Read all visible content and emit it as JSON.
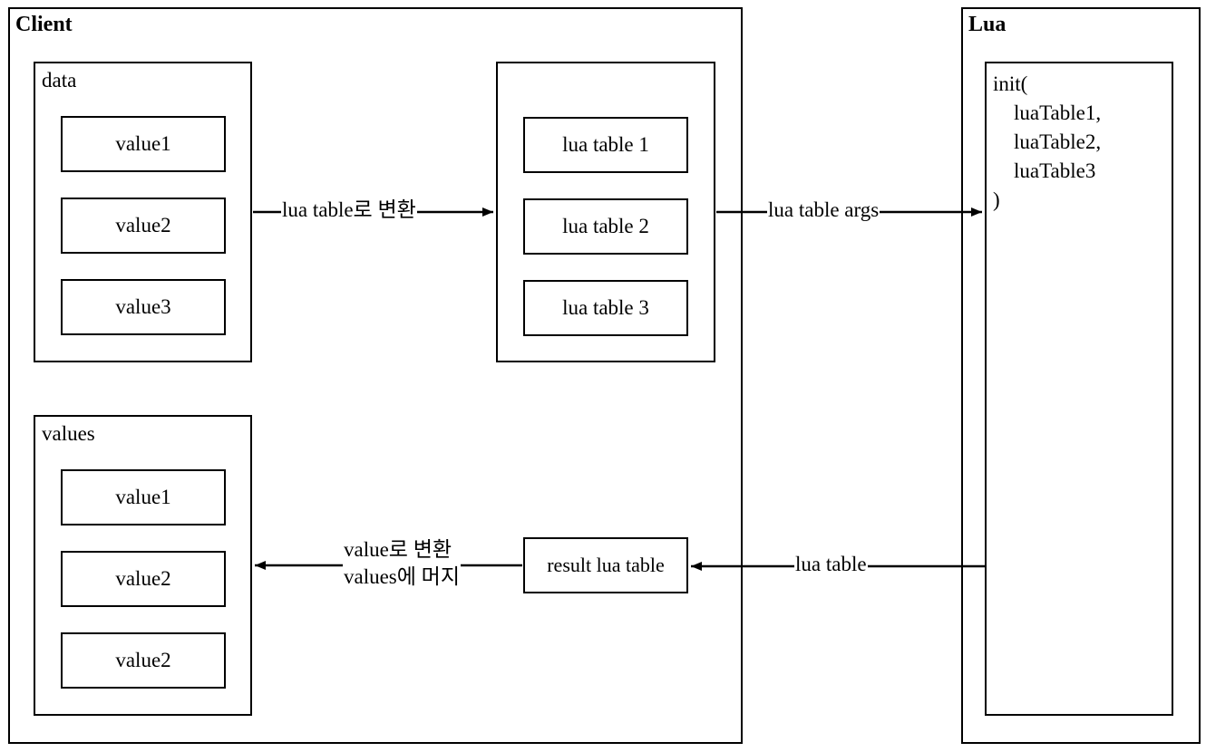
{
  "client": {
    "title": "Client",
    "data_group": {
      "label": "data",
      "items": [
        "value1",
        "value2",
        "value3"
      ]
    },
    "lua_tables_group": {
      "items": [
        "lua table 1",
        "lua table 2",
        "lua table 3"
      ]
    },
    "values_group": {
      "label": "values",
      "items": [
        "value1",
        "value2",
        "value2"
      ]
    },
    "result": {
      "label": "result lua table"
    }
  },
  "lua": {
    "title": "Lua",
    "init_lines": [
      "init(",
      "    luaTable1,",
      "    luaTable2,",
      "    luaTable3",
      ")"
    ]
  },
  "edges": {
    "to_lua_table": "lua table로 변환",
    "args": "lua table args",
    "return_table": "lua table",
    "to_values_line1": "value로 변환",
    "to_values_line2": "values에 머지"
  }
}
